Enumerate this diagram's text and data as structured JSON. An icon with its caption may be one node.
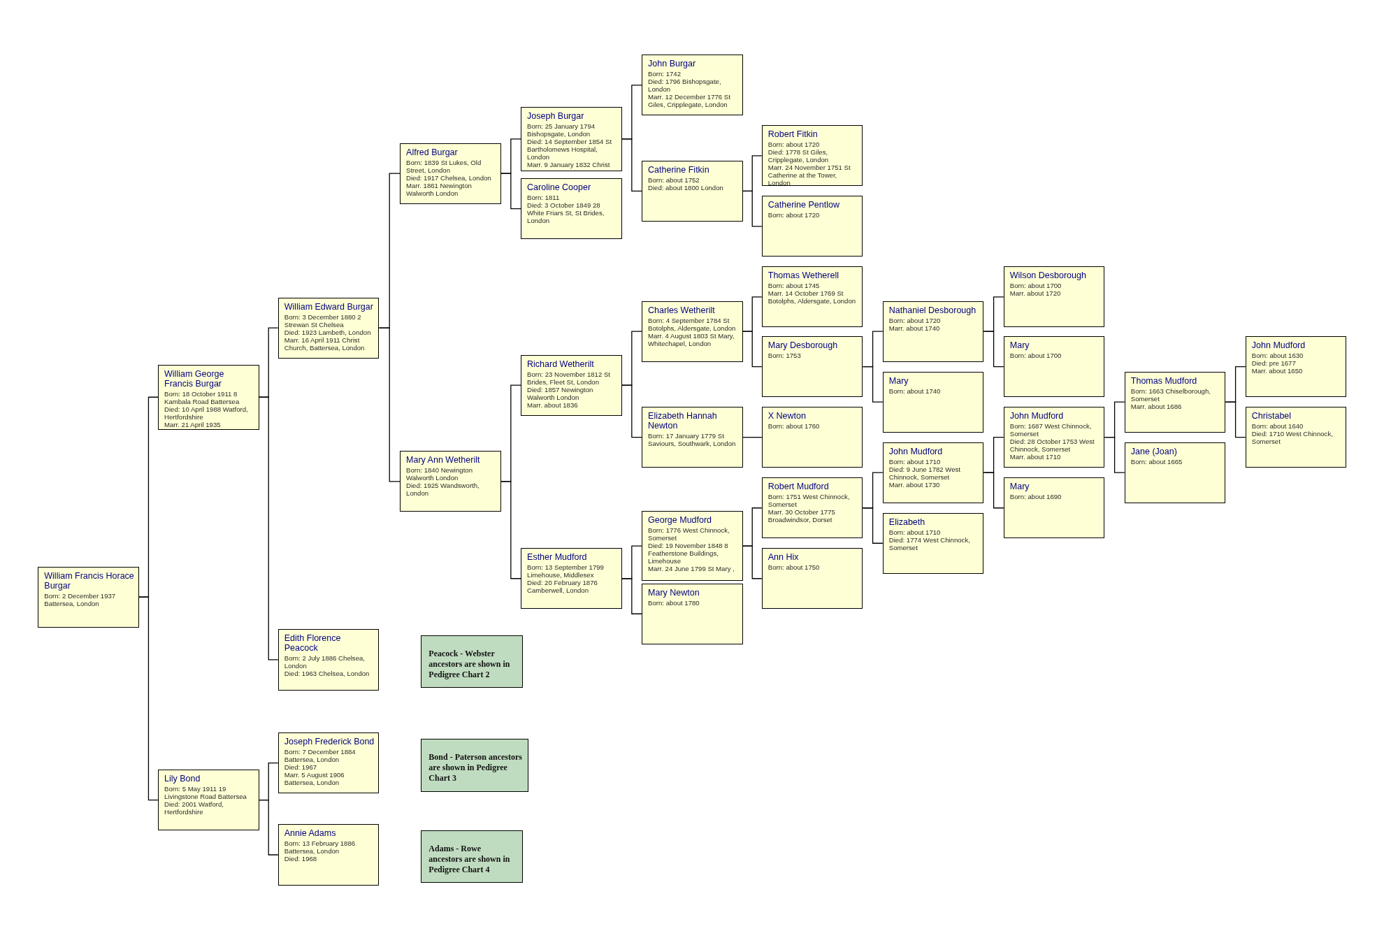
{
  "diagram": {
    "nodes": [
      {
        "text": [
          "William Francis Horace Burgar",
          "Born: 2 December 1937 Battersea, London"
        ]
      },
      {
        "text": [
          "William George Francis Burgar",
          "Born: 18 October 1911 8 Kambala Road Battersea",
          "Died: 10 April 1988 Watford, Hertfordshire",
          "Marr. 21 April 1935"
        ]
      },
      {
        "text": [
          "Lily Bond",
          "Born: 5 May 1911 19 Livingstone Road Battersea",
          "Died: 2001 Watford, Hertfordshire"
        ]
      },
      {
        "text": [
          "William Edward Burgar",
          "Born: 3 December 1880 2 Strewan St Chelsea",
          "Died: 1923 Lambeth, London",
          "Marr. 16 April 1911 Christ Church, Battersea, London"
        ]
      },
      {
        "text": [
          "Edith Florence Peacock",
          "Born: 2 July 1886 Chelsea, London",
          "Died: 1963 Chelsea, London"
        ]
      },
      {
        "text": [
          "Joseph Frederick Bond",
          "Born: 7 December 1884 Battersea, London",
          "Died: 1967",
          "Marr. 5 August 1906 Battersea, London"
        ]
      },
      {
        "text": [
          "Annie Adams",
          "Born: 13 February 1886 Battersea, London",
          "Died: 1968"
        ]
      },
      {
        "text": [
          "Alfred Burgar",
          "Born: 1839 St Lukes, Old Street, London",
          "Died: 1917 Chelsea, London",
          "Marr. 1861 Newington Walworth London"
        ]
      },
      {
        "text": [
          "Mary Ann Wetherilt",
          "Born: 1840 Newington Walworth London",
          "Died: 1925 Wandsworth, London"
        ]
      },
      {
        "text": [
          "Peacock - Webster ancestors are shown in Pedigree Chart 2"
        ]
      },
      {
        "text": [
          "Bond - Paterson ancestors are shown in Pedigree Chart 3"
        ]
      },
      {
        "text": [
          "Adams - Rowe ancestors are shown in Pedigree Chart 4"
        ]
      },
      {
        "text": [
          "Joseph Burgar",
          "Born: 25 January 1794 Bishopsgate, London",
          "Died: 14 September 1854 St Bartholomews Hospital, London",
          "Marr. 9 January 1832 Christ"
        ]
      },
      {
        "text": [
          "Caroline Cooper",
          "Born: 1811",
          "Died: 3 October 1849 28 White Friars St, St Brides, London"
        ]
      },
      {
        "text": [
          "Richard Wetherilt",
          "Born: 23 November 1812 St Brides, Fleet St, London",
          "Died: 1857 Newington Walworth London",
          "Marr. about 1836"
        ]
      },
      {
        "text": [
          "Esther Mudford",
          "Born: 13 September 1799 Limehouse, Middlesex",
          "Died: 20 February 1876 Camberwell, London"
        ]
      },
      {
        "text": [
          "John Burgar",
          "Born: 1742",
          "Died: 1796 Bishopsgate, London",
          "Marr. 12 December 1776 St Giles, Cripplegate, London"
        ]
      },
      {
        "text": [
          "Catherine Fitkin",
          "Born: about 1752",
          "Died: about 1800 London"
        ]
      },
      {
        "text": [
          "Charles Wetherilt",
          "Born: 4 September 1784 St Botolphs, Aldersgate, London",
          "Marr. 4 August 1803 St Mary, Whitechapel, London"
        ]
      },
      {
        "text": [
          "Elizabeth Hannah Newton",
          "Born: 17 January 1779 St Saviours, Southwark, London"
        ]
      },
      {
        "text": [
          "George Mudford",
          "Born: 1776 West Chinnock, Somerset",
          "Died: 19 November 1848 8 Featherstone Buildings, Limehouse",
          "Marr. 24 June 1799 St Mary ,"
        ]
      },
      {
        "text": [
          "Mary Newton",
          "Born: about 1780"
        ]
      },
      {
        "text": [
          "Robert Fitkin",
          "Born: about 1720",
          "Died: 1778 St Giles, Cripplegate, London",
          "Marr. 24 November 1751 St Catherine at the Tower, London"
        ]
      },
      {
        "text": [
          "Catherine Pentlow",
          "Born: about 1720"
        ]
      },
      {
        "text": [
          "Thomas Wetherell",
          "Born: about 1745",
          "Marr. 14 October 1769 St Botolphs, Aldersgate, London"
        ]
      },
      {
        "text": [
          "Mary Desborough",
          "Born: 1753"
        ]
      },
      {
        "text": [
          "X Newton",
          "Born: about 1760"
        ]
      },
      {
        "text": [
          "Robert Mudford",
          "Born: 1751 West Chinnock, Somerset",
          "Marr. 30 October 1775 Broadwindsor, Dorset"
        ]
      },
      {
        "text": [
          "Ann Hix",
          "Born: about 1750"
        ]
      },
      {
        "text": [
          "Nathaniel Desborough",
          "Born: about 1720",
          "Marr. about 1740"
        ]
      },
      {
        "text": [
          "Mary",
          "Born: about 1740"
        ]
      },
      {
        "text": [
          "John Mudford",
          "Born: about 1710",
          "Died: 9 June 1782 West Chinnock, Somerset",
          "Marr. about 1730"
        ]
      },
      {
        "text": [
          "Elizabeth",
          "Born: about 1710",
          "Died: 1774 West Chinnock, Somerset"
        ]
      },
      {
        "text": [
          "Wilson Desborough",
          "Born: about 1700",
          "Marr. about 1720"
        ]
      },
      {
        "text": [
          "Mary",
          "Born: about 1700"
        ]
      },
      {
        "text": [
          "John Mudford",
          "Born: 1687 West Chinnock, Somerset",
          "Died: 28 October 1753 West Chinnock, Somerset",
          "Marr. about 1710"
        ]
      },
      {
        "text": [
          "Mary",
          "Born: about 1690"
        ]
      },
      {
        "text": [
          "Thomas Mudford",
          "Born: 1663 Chiselborough, Somerset",
          "Marr. about 1686"
        ]
      },
      {
        "text": [
          "Jane (Joan)",
          "Born: about 1665"
        ]
      },
      {
        "text": [
          "John Mudford",
          "Born: about 1630",
          "Died: pre 1677",
          "Marr. about 1650"
        ]
      },
      {
        "text": [
          "Christabel",
          "Born: about 1640",
          "Died: 1710 West Chinnock, Somerset"
        ]
      }
    ],
    "edges": [
      {
        "from": 0,
        "to": 1,
        "arrow": "none"
      },
      {
        "from": 0,
        "to": 2,
        "arrow": "none"
      },
      {
        "from": 1,
        "to": 3,
        "arrow": "none"
      },
      {
        "from": 1,
        "to": 4,
        "arrow": "none"
      },
      {
        "from": 2,
        "to": 5,
        "arrow": "none"
      },
      {
        "from": 2,
        "to": 6,
        "arrow": "none"
      },
      {
        "from": 3,
        "to": 7,
        "arrow": "none"
      },
      {
        "from": 3,
        "to": 8,
        "arrow": "none"
      },
      {
        "from": 7,
        "to": 12,
        "arrow": "none"
      },
      {
        "from": 7,
        "to": 13,
        "arrow": "none"
      },
      {
        "from": 8,
        "to": 14,
        "arrow": "none"
      },
      {
        "from": 8,
        "to": 15,
        "arrow": "none"
      },
      {
        "from": 12,
        "to": 16,
        "arrow": "none"
      },
      {
        "from": 12,
        "to": 17,
        "arrow": "none"
      },
      {
        "from": 14,
        "to": 18,
        "arrow": "none"
      },
      {
        "from": 14,
        "to": 19,
        "arrow": "none"
      },
      {
        "from": 15,
        "to": 20,
        "arrow": "none"
      },
      {
        "from": 15,
        "to": 21,
        "arrow": "none"
      },
      {
        "from": 17,
        "to": 22,
        "arrow": "none"
      },
      {
        "from": 17,
        "to": 23,
        "arrow": "none"
      },
      {
        "from": 18,
        "to": 24,
        "arrow": "none"
      },
      {
        "from": 18,
        "to": 25,
        "arrow": "none"
      },
      {
        "from": 19,
        "to": 26,
        "arrow": "none"
      },
      {
        "from": 20,
        "to": 27,
        "arrow": "none"
      },
      {
        "from": 20,
        "to": 28,
        "arrow": "none"
      },
      {
        "from": 25,
        "to": 29,
        "arrow": "none"
      },
      {
        "from": 25,
        "to": 30,
        "arrow": "none"
      },
      {
        "from": 27,
        "to": 31,
        "arrow": "none"
      },
      {
        "from": 27,
        "to": 32,
        "arrow": "none"
      },
      {
        "from": 29,
        "to": 33,
        "arrow": "none"
      },
      {
        "from": 29,
        "to": 34,
        "arrow": "none"
      },
      {
        "from": 31,
        "to": 35,
        "arrow": "none"
      },
      {
        "from": 31,
        "to": 36,
        "arrow": "none"
      },
      {
        "from": 35,
        "to": 37,
        "arrow": "none"
      },
      {
        "from": 35,
        "to": 38,
        "arrow": "none"
      },
      {
        "from": 37,
        "to": 39,
        "arrow": "none"
      },
      {
        "from": 37,
        "to": 40,
        "arrow": "none"
      }
    ]
  }
}
